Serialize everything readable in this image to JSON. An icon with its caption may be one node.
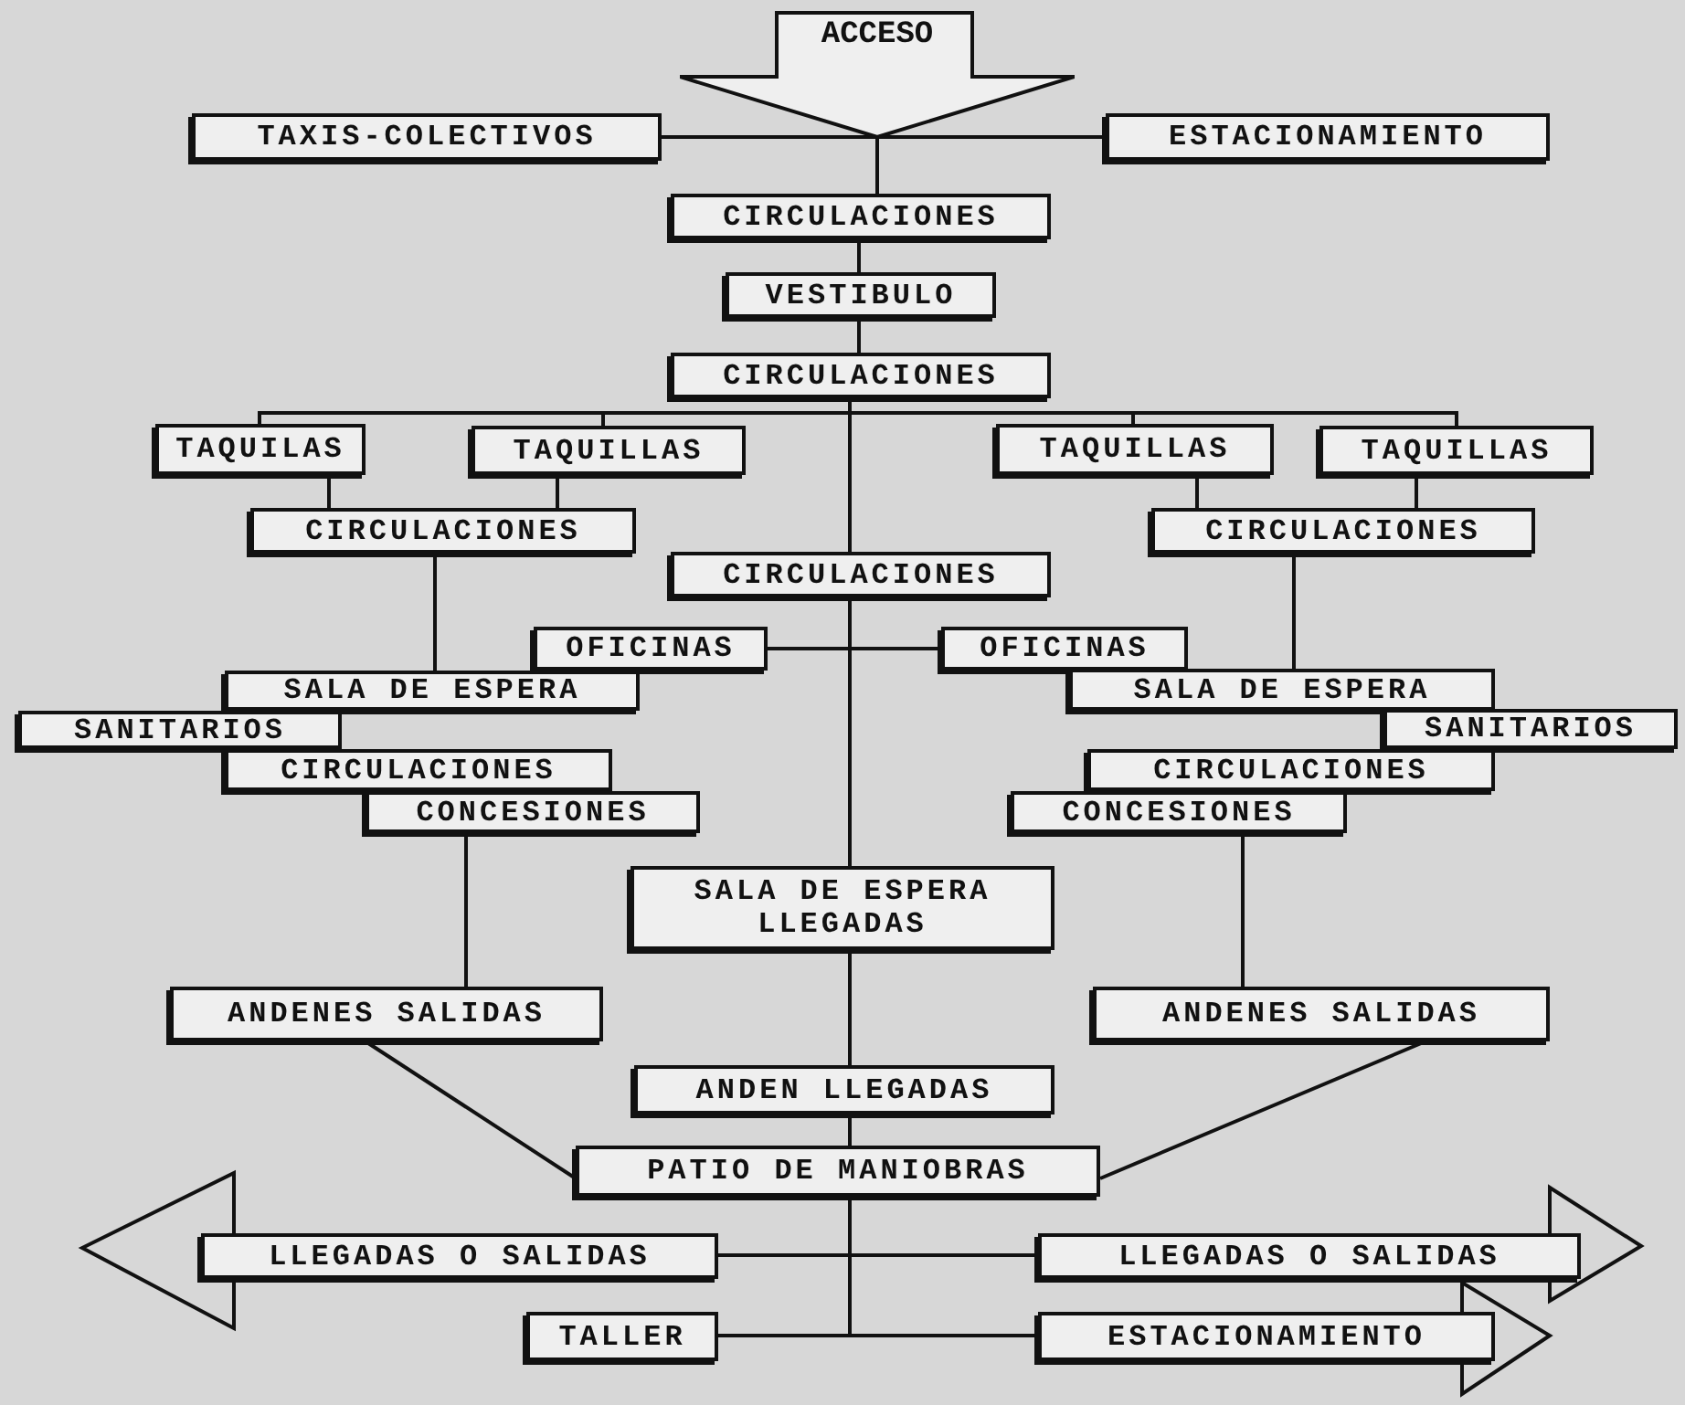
{
  "diagram": {
    "nodes": [
      {
        "text": [
          "ACCESO"
        ]
      },
      {
        "text": [
          "TAXIS-COLECTIVOS"
        ]
      },
      {
        "text": [
          "ESTACIONAMIENTO"
        ]
      },
      {
        "text": [
          "CIRCULACIONES"
        ]
      },
      {
        "text": [
          "VESTIBULO"
        ]
      },
      {
        "text": [
          "CIRCULACIONES"
        ]
      },
      {
        "text": [
          "TAQUILAS"
        ]
      },
      {
        "text": [
          "TAQUILLAS"
        ]
      },
      {
        "text": [
          "TAQUILLAS"
        ]
      },
      {
        "text": [
          "TAQUILLAS"
        ]
      },
      {
        "text": [
          "CIRCULACIONES"
        ]
      },
      {
        "text": [
          "CIRCULACIONES"
        ]
      },
      {
        "text": [
          "CIRCULACIONES"
        ]
      },
      {
        "text": [
          "OFICINAS"
        ]
      },
      {
        "text": [
          "OFICINAS"
        ]
      },
      {
        "text": [
          "SALA DE ESPERA"
        ]
      },
      {
        "text": [
          "SALA DE ESPERA"
        ]
      },
      {
        "text": [
          "SANITARIOS"
        ]
      },
      {
        "text": [
          "SANITARIOS"
        ]
      },
      {
        "text": [
          "CIRCULACIONES"
        ]
      },
      {
        "text": [
          "CIRCULACIONES"
        ]
      },
      {
        "text": [
          "CONCESIONES"
        ]
      },
      {
        "text": [
          "CONCESIONES"
        ]
      },
      {
        "text": [
          "SALA DE ESPERA LLEGADAS"
        ]
      },
      {
        "text": [
          "ANDENES SALIDAS"
        ]
      },
      {
        "text": [
          "ANDENES SALIDAS"
        ]
      },
      {
        "text": [
          "ANDEN LLEGADAS"
        ]
      },
      {
        "text": [
          "PATIO DE MANIOBRAS"
        ]
      },
      {
        "text": [
          "LLEGADAS O SALIDAS"
        ]
      },
      {
        "text": [
          "LLEGADAS O SALIDAS"
        ]
      },
      {
        "text": [
          "TALLER"
        ]
      },
      {
        "text": [
          "ESTACIONAMIENTO"
        ]
      }
    ],
    "edges": [
      {
        "from": 0,
        "to": 3,
        "arrow": "none"
      },
      {
        "from": 1,
        "to": 3,
        "arrow": "none"
      },
      {
        "from": 2,
        "to": 3,
        "arrow": "none"
      },
      {
        "from": 3,
        "to": 4,
        "arrow": "none"
      },
      {
        "from": 4,
        "to": 5,
        "arrow": "none"
      },
      {
        "from": 5,
        "to": 6,
        "arrow": "none"
      },
      {
        "from": 5,
        "to": 7,
        "arrow": "none"
      },
      {
        "from": 5,
        "to": 8,
        "arrow": "none"
      },
      {
        "from": 5,
        "to": 9,
        "arrow": "none"
      },
      {
        "from": 5,
        "to": 11,
        "arrow": "none"
      },
      {
        "from": 6,
        "to": 10,
        "arrow": "none"
      },
      {
        "from": 7,
        "to": 10,
        "arrow": "none"
      },
      {
        "from": 8,
        "to": 12,
        "arrow": "none"
      },
      {
        "from": 9,
        "to": 12,
        "arrow": "none"
      },
      {
        "from": 10,
        "to": 15,
        "arrow": "none"
      },
      {
        "from": 12,
        "to": 16,
        "arrow": "none"
      },
      {
        "from": 11,
        "to": 13,
        "arrow": "none"
      },
      {
        "from": 11,
        "to": 14,
        "arrow": "none"
      },
      {
        "from": 11,
        "to": 23,
        "arrow": "none"
      },
      {
        "from": 21,
        "to": 24,
        "arrow": "none"
      },
      {
        "from": 22,
        "to": 25,
        "arrow": "none"
      },
      {
        "from": 24,
        "to": 27,
        "arrow": "none"
      },
      {
        "from": 25,
        "to": 27,
        "arrow": "none"
      },
      {
        "from": 23,
        "to": 26,
        "arrow": "none"
      },
      {
        "from": 26,
        "to": 27,
        "arrow": "none"
      },
      {
        "from": 27,
        "to": 28,
        "arrow": "none"
      },
      {
        "from": 27,
        "to": 29,
        "arrow": "none"
      },
      {
        "from": 27,
        "to": 30,
        "arrow": "none"
      },
      {
        "from": 27,
        "to": 31,
        "arrow": "none"
      }
    ]
  }
}
